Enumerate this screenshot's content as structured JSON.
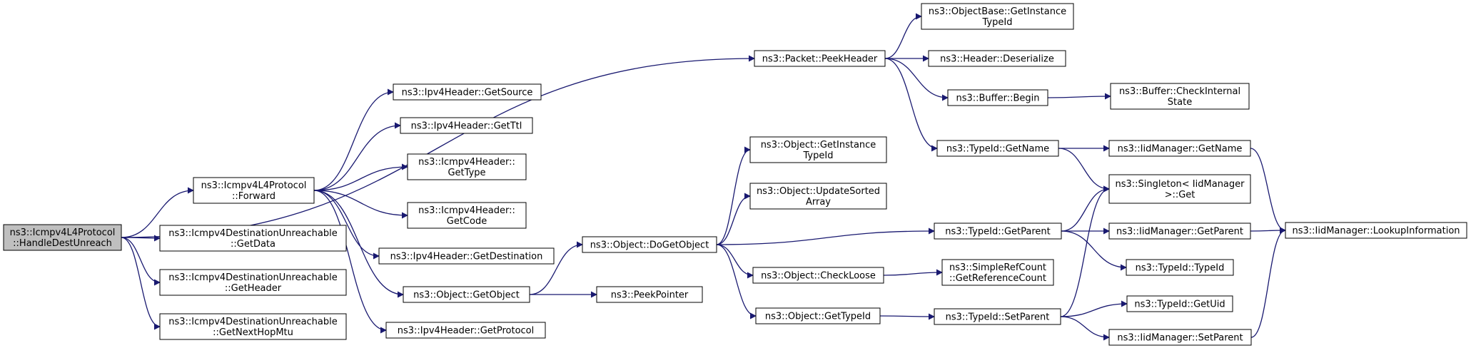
{
  "colors": {
    "edge": "#191970",
    "node_fill": "#ffffff",
    "root_fill": "#bfbfbf",
    "border": "#000000"
  },
  "nodes": [
    {
      "id": "n0",
      "lines": [
        "ns3::Icmpv4L4Protocol",
        "::HandleDestUnreach"
      ],
      "root": true
    },
    {
      "id": "n1",
      "lines": [
        "ns3::Icmpv4L4Protocol",
        "::Forward"
      ]
    },
    {
      "id": "n2",
      "lines": [
        "ns3::Icmpv4DestinationUnreachable",
        "::GetData"
      ]
    },
    {
      "id": "n3",
      "lines": [
        "ns3::Icmpv4DestinationUnreachable",
        "::GetHeader"
      ]
    },
    {
      "id": "n4",
      "lines": [
        "ns3::Icmpv4DestinationUnreachable",
        "::GetNextHopMtu"
      ]
    },
    {
      "id": "n5",
      "lines": [
        "ns3::Packet::PeekHeader"
      ]
    },
    {
      "id": "n6",
      "lines": [
        "ns3::Ipv4Header::GetSource"
      ]
    },
    {
      "id": "n7",
      "lines": [
        "ns3::Ipv4Header::GetTtl"
      ]
    },
    {
      "id": "n8",
      "lines": [
        "ns3::Icmpv4Header::",
        "GetType"
      ]
    },
    {
      "id": "n9",
      "lines": [
        "ns3::Icmpv4Header::",
        "GetCode"
      ]
    },
    {
      "id": "n10",
      "lines": [
        "ns3::Ipv4Header::GetDestination"
      ]
    },
    {
      "id": "n11",
      "lines": [
        "ns3::Object::GetObject"
      ]
    },
    {
      "id": "n12",
      "lines": [
        "ns3::Ipv4Header::GetProtocol"
      ]
    },
    {
      "id": "n13",
      "lines": [
        "ns3::Object::DoGetObject"
      ]
    },
    {
      "id": "n14",
      "lines": [
        "ns3::PeekPointer"
      ]
    },
    {
      "id": "n15",
      "lines": [
        "ns3::Object::GetInstance",
        "TypeId"
      ]
    },
    {
      "id": "n16",
      "lines": [
        "ns3::Object::UpdateSorted",
        "Array"
      ]
    },
    {
      "id": "n17",
      "lines": [
        "ns3::Object::CheckLoose"
      ]
    },
    {
      "id": "n18",
      "lines": [
        "ns3::Object::GetTypeId"
      ]
    },
    {
      "id": "n19",
      "lines": [
        "ns3::ObjectBase::GetInstance",
        "TypeId"
      ]
    },
    {
      "id": "n20",
      "lines": [
        "ns3::Header::Deserialize"
      ]
    },
    {
      "id": "n21",
      "lines": [
        "ns3::Buffer::Begin"
      ]
    },
    {
      "id": "n22",
      "lines": [
        "ns3::TypeId::GetName"
      ]
    },
    {
      "id": "n23",
      "lines": [
        "ns3::TypeId::GetParent"
      ]
    },
    {
      "id": "n24",
      "lines": [
        "ns3::SimpleRefCount",
        "::GetReferenceCount"
      ]
    },
    {
      "id": "n25",
      "lines": [
        "ns3::TypeId::SetParent"
      ]
    },
    {
      "id": "n26",
      "lines": [
        "ns3::Buffer::CheckInternal",
        "State"
      ]
    },
    {
      "id": "n27",
      "lines": [
        "ns3::IidManager::GetName"
      ]
    },
    {
      "id": "n28",
      "lines": [
        "ns3::Singleton< IidManager",
        " >::Get"
      ]
    },
    {
      "id": "n29",
      "lines": [
        "ns3::IidManager::GetParent"
      ]
    },
    {
      "id": "n30",
      "lines": [
        "ns3::TypeId::TypeId"
      ]
    },
    {
      "id": "n31",
      "lines": [
        "ns3::TypeId::GetUid"
      ]
    },
    {
      "id": "n32",
      "lines": [
        "ns3::IidManager::SetParent"
      ]
    },
    {
      "id": "n33",
      "lines": [
        "ns3::IidManager::LookupInformation"
      ]
    }
  ],
  "edges": [
    [
      "n0",
      "n1"
    ],
    [
      "n0",
      "n2"
    ],
    [
      "n0",
      "n3"
    ],
    [
      "n0",
      "n4"
    ],
    [
      "n0",
      "n5"
    ],
    [
      "n1",
      "n6"
    ],
    [
      "n1",
      "n7"
    ],
    [
      "n1",
      "n8"
    ],
    [
      "n1",
      "n9"
    ],
    [
      "n1",
      "n10"
    ],
    [
      "n1",
      "n11"
    ],
    [
      "n1",
      "n12"
    ],
    [
      "n11",
      "n13"
    ],
    [
      "n11",
      "n14"
    ],
    [
      "n13",
      "n15"
    ],
    [
      "n13",
      "n16"
    ],
    [
      "n13",
      "n23"
    ],
    [
      "n13",
      "n17"
    ],
    [
      "n13",
      "n18"
    ],
    [
      "n5",
      "n19"
    ],
    [
      "n5",
      "n20"
    ],
    [
      "n5",
      "n21"
    ],
    [
      "n5",
      "n22"
    ],
    [
      "n21",
      "n26"
    ],
    [
      "n22",
      "n27"
    ],
    [
      "n22",
      "n28"
    ],
    [
      "n27",
      "n33"
    ],
    [
      "n23",
      "n28"
    ],
    [
      "n23",
      "n29"
    ],
    [
      "n23",
      "n30"
    ],
    [
      "n29",
      "n33"
    ],
    [
      "n17",
      "n24"
    ],
    [
      "n18",
      "n25"
    ],
    [
      "n25",
      "n28"
    ],
    [
      "n25",
      "n31"
    ],
    [
      "n25",
      "n32"
    ],
    [
      "n32",
      "n33"
    ]
  ]
}
